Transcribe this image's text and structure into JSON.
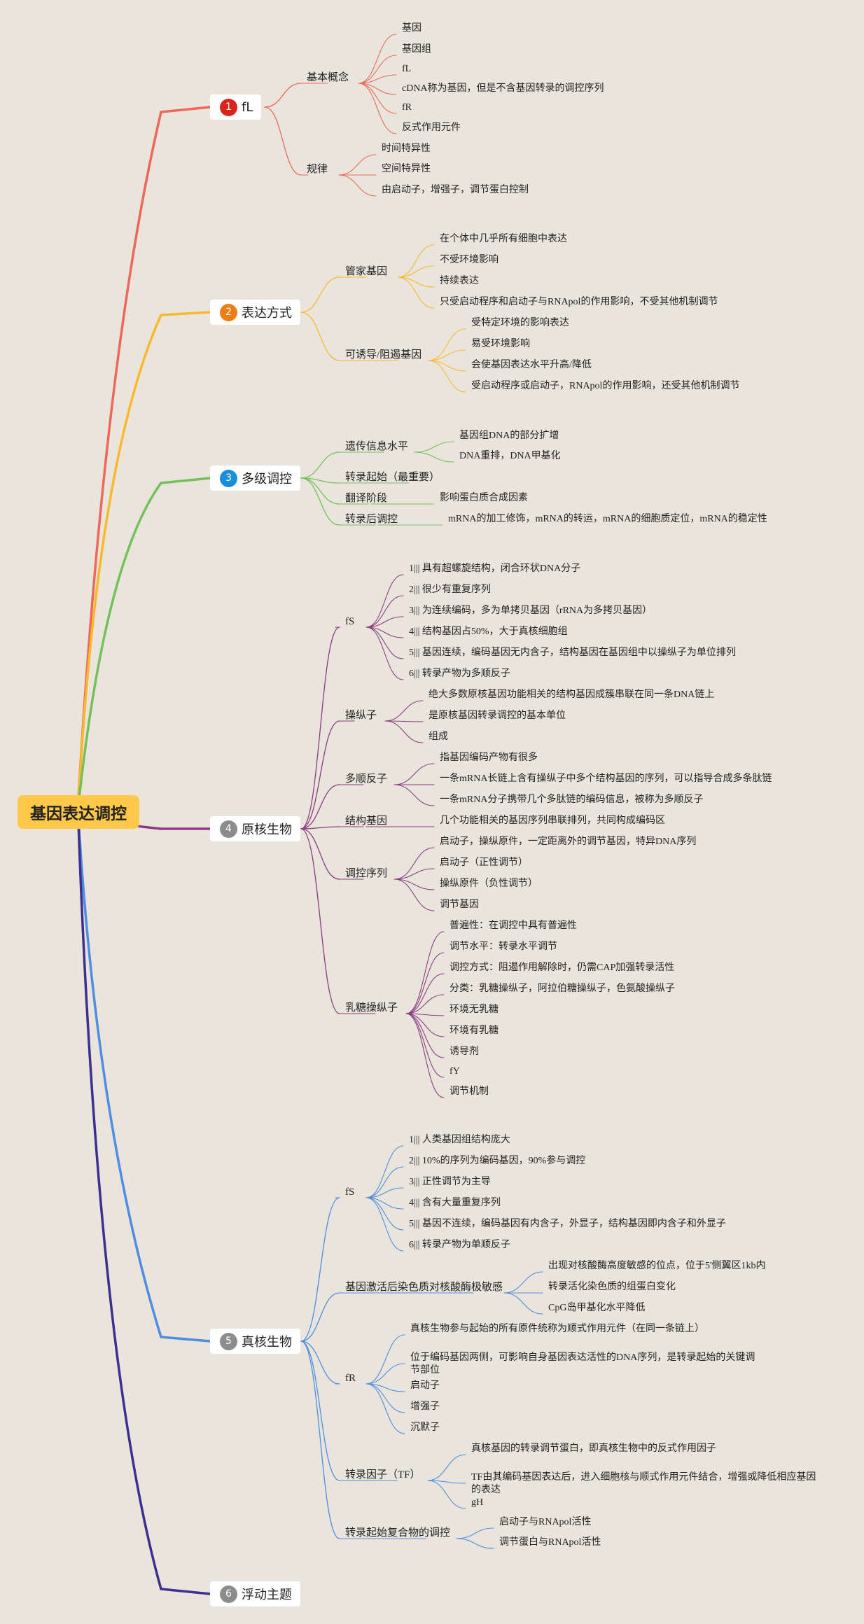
{
  "root": "基因表达调控",
  "branches": [
    {
      "num": "1",
      "label": "fL",
      "color": "#ee675a",
      "numColor": "#d9261c",
      "children": [
        {
          "label": "基本概念",
          "children": [
            {
              "label": "基因"
            },
            {
              "label": "基因组"
            },
            {
              "label": "fL"
            },
            {
              "label": "cDNA称为基因，但是不含基因转录的调控序列"
            },
            {
              "label": "fR"
            },
            {
              "label": "反式作用元件"
            }
          ]
        },
        {
          "label": "规律",
          "children": [
            {
              "label": "时间特异性"
            },
            {
              "label": "空间特异性"
            },
            {
              "label": "由启动子，增强子，调节蛋白控制"
            }
          ]
        }
      ]
    },
    {
      "num": "2",
      "label": "表达方式",
      "color": "#f8b92d",
      "numColor": "#ee7d16",
      "children": [
        {
          "label": "管家基因",
          "children": [
            {
              "label": "在个体中几乎所有细胞中表达"
            },
            {
              "label": "不受环境影响"
            },
            {
              "label": "持续表达"
            },
            {
              "label": "只受启动程序和启动子与RNApol的作用影响，不受其他机制调节"
            }
          ]
        },
        {
          "label": "可诱导/阻遏基因",
          "children": [
            {
              "label": "受特定环境的影响表达"
            },
            {
              "label": "易受环境影响"
            },
            {
              "label": "会使基因表达水平升高/降低"
            },
            {
              "label": "受启动程序或启动子，RNApol的作用影响，还受其他机制调节"
            }
          ]
        }
      ]
    },
    {
      "num": "3",
      "label": "多级调控",
      "color": "#75c05a",
      "numColor": "#1a8fd9",
      "children": [
        {
          "label": "遗传信息水平",
          "children": [
            {
              "label": "基因组DNA的部分扩增"
            },
            {
              "label": "DNA重排，DNA甲基化"
            }
          ]
        },
        {
          "label": "转录起始（最重要）",
          "children": []
        },
        {
          "label": "翻译阶段",
          "children": [
            {
              "label": "影响蛋白质合成因素"
            }
          ]
        },
        {
          "label": "转录后调控",
          "children": [
            {
              "label": "mRNA的加工修饰，mRNA的转运，mRNA的细胞质定位，mRNA的稳定性"
            }
          ]
        }
      ]
    },
    {
      "num": "4",
      "label": "原核生物",
      "color": "#8a3c80",
      "numColor": "#8c8c8c",
      "children": [
        {
          "label": "fS",
          "children": [
            {
              "label": "1||| 具有超螺旋结构，闭合环状DNA分子"
            },
            {
              "label": "2||| 很少有重复序列"
            },
            {
              "label": "3||| 为连续编码，多为单拷贝基因（rRNA为多拷贝基因）"
            },
            {
              "label": "4||| 结构基因占50%，大于真核细胞组"
            },
            {
              "label": "5||| 基因连续，编码基因无内含子，结构基因在基因组中以操纵子为单位排列"
            },
            {
              "label": "6||| 转录产物为多顺反子"
            }
          ]
        },
        {
          "label": "操纵子",
          "children": [
            {
              "label": "绝大多数原核基因功能相关的结构基因成簇串联在同一条DNA链上"
            },
            {
              "label": "是原核基因转录调控的基本单位"
            },
            {
              "label": "组成"
            }
          ]
        },
        {
          "label": "多顺反子",
          "children": [
            {
              "label": "指基因编码产物有很多"
            },
            {
              "label": "一条mRNA长链上含有操纵子中多个结构基因的序列，可以指导合成多条肽链"
            },
            {
              "label": "一条mRNA分子携带几个多肽链的编码信息，被称为多顺反子"
            }
          ]
        },
        {
          "label": "结构基因",
          "children": [
            {
              "label": "几个功能相关的基因序列串联排列，共同构成编码区"
            }
          ]
        },
        {
          "label": "调控序列",
          "children": [
            {
              "label": "启动子，操纵原件，一定距离外的调节基因，特异DNA序列"
            },
            {
              "label": "启动子（正性调节）"
            },
            {
              "label": "操纵原件（负性调节）"
            },
            {
              "label": "调节基因"
            }
          ]
        },
        {
          "label": "乳糖操纵子",
          "children": [
            {
              "label": "普遍性：在调控中具有普遍性"
            },
            {
              "label": "调节水平：转录水平调节"
            },
            {
              "label": "调控方式：阻遏作用解除时，仍需CAP加强转录活性"
            },
            {
              "label": "分类：乳糖操纵子，阿拉伯糖操纵子，色氨酸操纵子"
            },
            {
              "label": "环境无乳糖"
            },
            {
              "label": "环境有乳糖"
            },
            {
              "label": "诱导剂"
            },
            {
              "label": "fY"
            },
            {
              "label": "调节机制"
            }
          ]
        }
      ]
    },
    {
      "num": "5",
      "label": "真核生物",
      "color": "#4f8de0",
      "numColor": "#8c8c8c",
      "children": [
        {
          "label": "fS",
          "children": [
            {
              "label": "1||| 人类基因组结构庞大"
            },
            {
              "label": "2||| 10%的序列为编码基因，90%参与调控"
            },
            {
              "label": "3||| 正性调节为主导"
            },
            {
              "label": "4||| 含有大量重复序列"
            },
            {
              "label": "5||| 基因不连续，编码基因有内含子，外显子，结构基因即内含子和外显子"
            },
            {
              "label": "6||| 转录产物为单顺反子"
            }
          ]
        },
        {
          "label": "基因激活后染色质对核酸酶极敏感",
          "children": [
            {
              "label": "出现对核酸酶高度敏感的位点，位于5'侧翼区1kb内"
            },
            {
              "label": "转录活化染色质的组蛋白变化"
            },
            {
              "label": "CpG岛甲基化水平降低"
            }
          ]
        },
        {
          "label": "fR",
          "children": [
            {
              "label": "真核生物参与起始的所有原件统称为顺式作用元件（在同一条链上）"
            },
            {
              "label": "位于编码基因两侧，可影响自身基因表达活性的DNA序列，是转录起始的关键调节部位"
            },
            {
              "label": "启动子"
            },
            {
              "label": "增强子"
            },
            {
              "label": "沉默子"
            }
          ]
        },
        {
          "label": "转录因子（TF）",
          "children": [
            {
              "label": "真核基因的转录调节蛋白，即真核生物中的反式作用因子"
            },
            {
              "label": "TF由其编码基因表达后，进入细胞核与顺式作用元件结合，增强或降低相应基因的表达"
            },
            {
              "label": "gH"
            }
          ]
        },
        {
          "label": "转录起始复合物的调控",
          "children": [
            {
              "label": "启动子与RNApol活性"
            },
            {
              "label": "调节蛋白与RNApol活性"
            }
          ]
        }
      ]
    },
    {
      "num": "6",
      "label": "浮动主题",
      "color": "#3c2f8f",
      "numColor": "#8c8c8c",
      "children": []
    }
  ]
}
